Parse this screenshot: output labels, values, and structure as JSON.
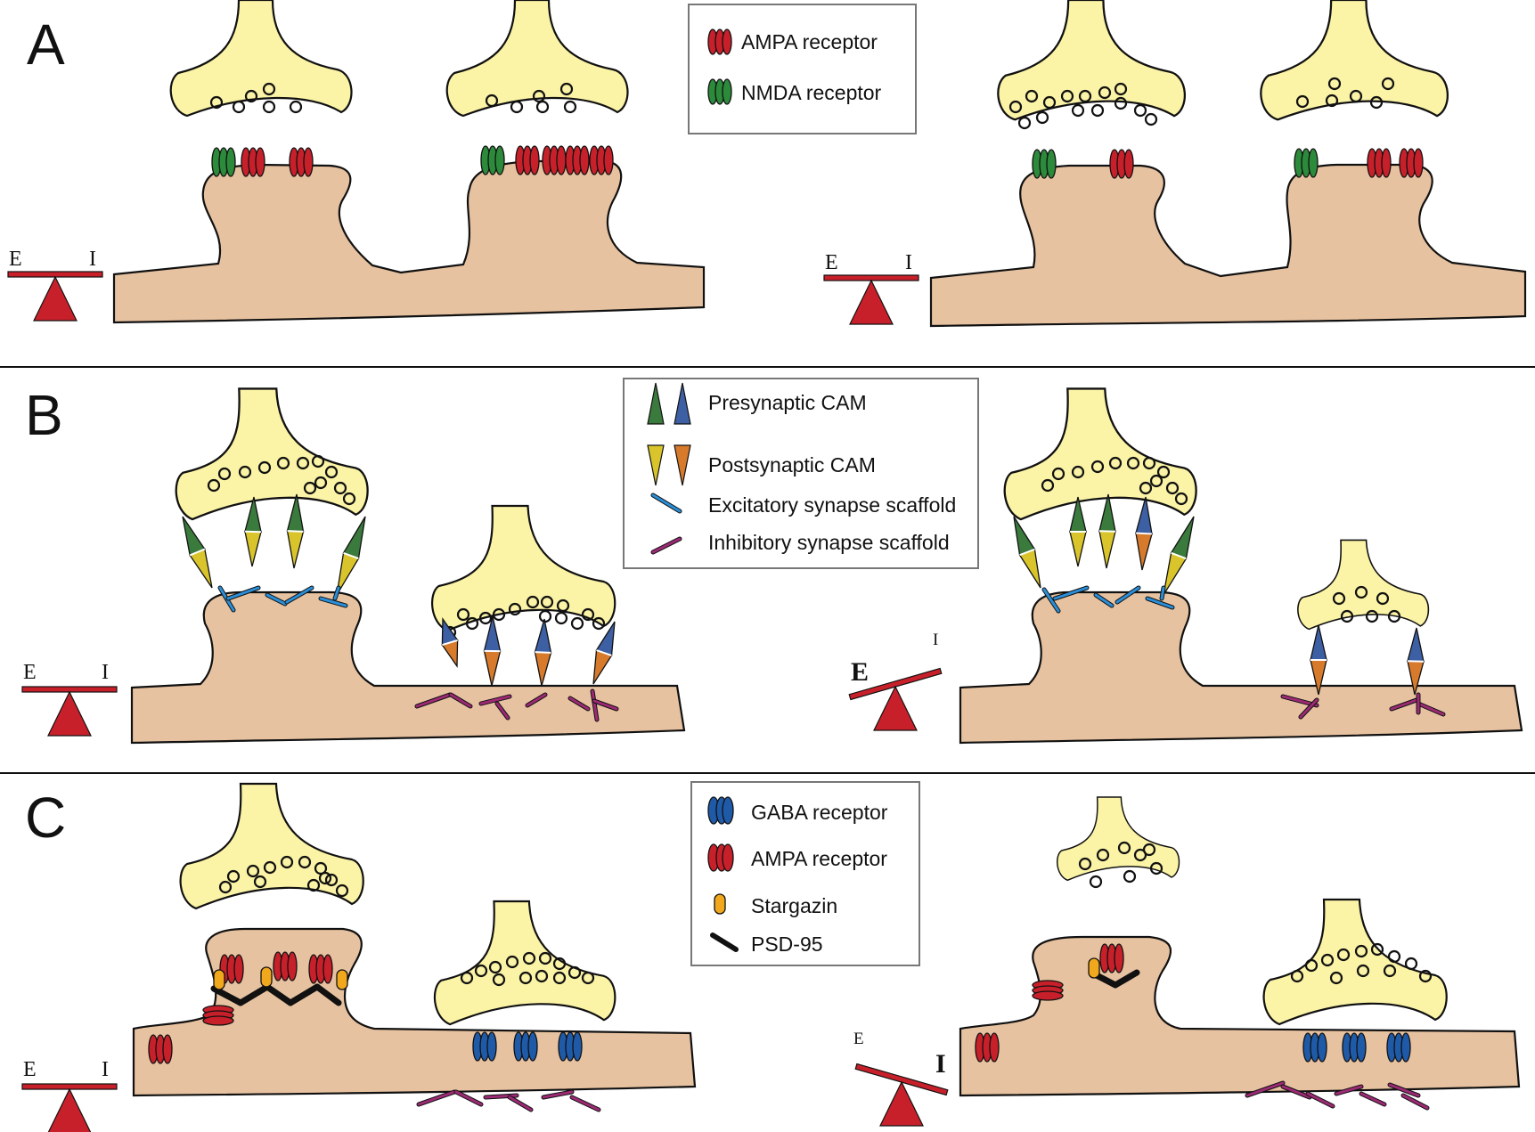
{
  "colors": {
    "terminal": "#fbf3a6",
    "dendrite": "#e7c2a0",
    "ampa": "#c8202a",
    "nmda": "#2c8a3b",
    "gaba": "#1f5aa8",
    "stargazin": "#f2a81d",
    "psd95": "#111111",
    "excitatory_scaffold": "#2a8fd8",
    "inhibitory_scaffold": "#9c2a74",
    "pre_cam_green": "#3a7a3c",
    "pre_cam_blue": "#3d5fa3",
    "post_cam_yellow": "#d9c52b",
    "post_cam_orange": "#d77a2b",
    "balance": "#c8202a"
  },
  "panels": [
    {
      "letter": "A",
      "legend": [
        {
          "icon": "ampa-receptor-icon",
          "label": "AMPA receptor"
        },
        {
          "icon": "nmda-receptor-icon",
          "label": "NMDA receptor"
        }
      ],
      "balances": [
        {
          "e": "E",
          "i": "I",
          "tilt": "level"
        },
        {
          "e": "E",
          "i": "I",
          "tilt": "level"
        }
      ]
    },
    {
      "letter": "B",
      "legend": [
        {
          "icon": "presynaptic-cam-icon",
          "label": "Presynaptic CAM"
        },
        {
          "icon": "postsynaptic-cam-icon",
          "label": "Postsynaptic CAM"
        },
        {
          "icon": "excitatory-scaffold-icon",
          "label": "Excitatory synapse scaffold"
        },
        {
          "icon": "inhibitory-scaffold-icon",
          "label": "Inhibitory synapse scaffold"
        }
      ],
      "balances": [
        {
          "e": "E",
          "i": "I",
          "tilt": "level"
        },
        {
          "e": "E",
          "i": "I",
          "tilt": "E-heavy"
        }
      ]
    },
    {
      "letter": "C",
      "legend": [
        {
          "icon": "gaba-receptor-icon",
          "label": "GABA receptor"
        },
        {
          "icon": "ampa-receptor-icon",
          "label": "AMPA receptor"
        },
        {
          "icon": "stargazin-icon",
          "label": "Stargazin"
        },
        {
          "icon": "psd95-icon",
          "label": "PSD-95"
        }
      ],
      "balances": [
        {
          "e": "E",
          "i": "I",
          "tilt": "level"
        },
        {
          "e": "E",
          "i": "I",
          "tilt": "I-heavy"
        }
      ]
    }
  ]
}
